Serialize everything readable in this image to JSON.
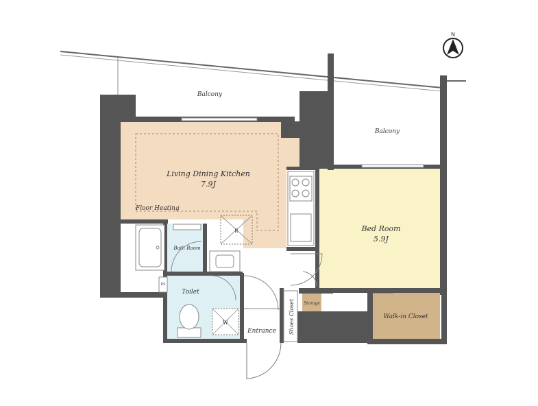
{
  "north": {
    "letter": "N"
  },
  "rooms": {
    "balcony_left": "Balcony",
    "balcony_right": "Balcony",
    "ldk_name": "Living Dining Kitchen",
    "ldk_size": "7.9J",
    "floor_heating": "Floor Heating",
    "bedroom_name": "Bed Room",
    "bedroom_size": "5.9J",
    "bath": "Bath Room",
    "toilet": "Toilet",
    "washer": "W",
    "fridge": "R",
    "entrance": "Entrance",
    "shoes_closet": "Shoes Closet",
    "storage": "Storage",
    "walkin_closet": "Walk-in Closet",
    "ps": "PS"
  },
  "colors": {
    "ldk": "#f4dcc0",
    "bedroom": "#fbf3c8",
    "wet": "#dff0f5",
    "closet": "#d2b48a",
    "wall": "#555555"
  }
}
